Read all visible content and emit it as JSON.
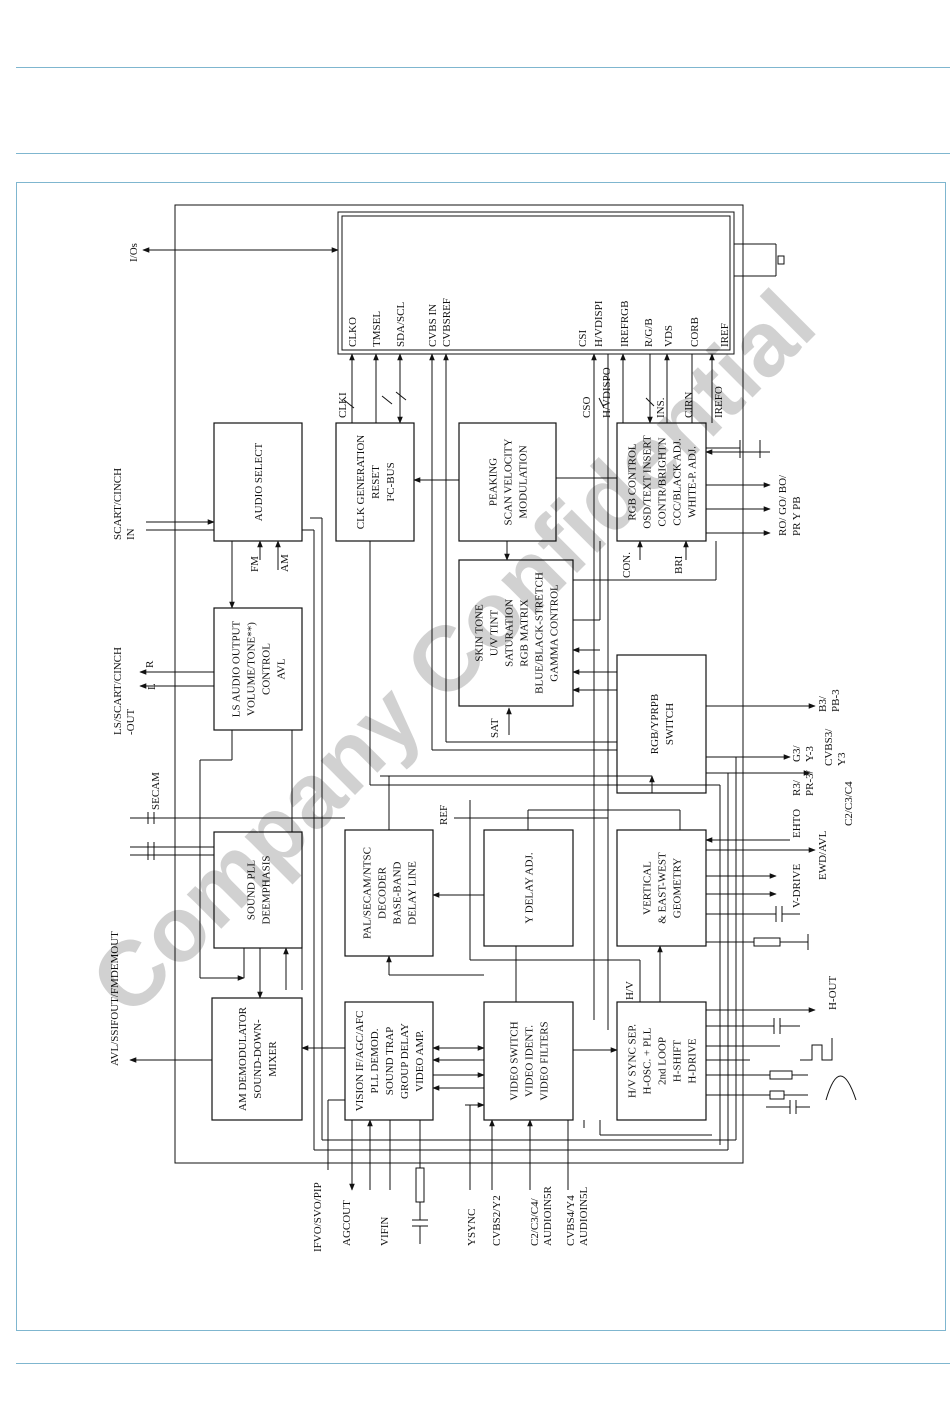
{
  "watermark": "Company Confidential",
  "colors": {
    "rule": "#7fb6cf",
    "ink": "#111111",
    "watermark": "#b9b9b9"
  },
  "blocks": {
    "audio_select": [
      "AUDIO SELECT"
    ],
    "clk": [
      "CLK GENERATION",
      "RESET",
      "I²C-BUS"
    ],
    "peaking": [
      "PEAKING",
      "SCAN VELOCITY",
      "MODULATION"
    ],
    "rgb_control": [
      "RGB CONTROL",
      "OSD/TEXT INSERT",
      "CONTR/BRIGHTN",
      "CCC/BLACK ADJ.",
      "WHITE-P. ADJ."
    ],
    "skin": [
      "SKIN TONE",
      "U/V TINT",
      "SATURATION",
      "RGB MATRIX",
      "BLUE/BLACK-STRETCH",
      "GAMMA CONTROL"
    ],
    "ls_audio": [
      "LS AUDIO OUTPUT",
      "VOLUME/TONE**)",
      "CONTROL",
      "AVL"
    ],
    "rgb_switch": [
      "RGB/YPRPB",
      "SWITCH"
    ],
    "sound_pll": [
      "SOUND PLL",
      "DEEMPHASIS"
    ],
    "decoder": [
      "PAL/SECAM/NTSC",
      "DECODER",
      "BASE-BAND",
      "DELAY LINE"
    ],
    "y_delay": [
      "Y DELAY ADJ."
    ],
    "vertical": [
      "VERTICAL",
      "& EAST-WEST",
      "GEOMETRY"
    ],
    "am_demod": [
      "AM DEMODULATOR",
      "SOUND-DOWN-",
      "MIXER"
    ],
    "vision_if": [
      "VISION IF/AGC/AFC",
      "PLL DEMOD.",
      "SOUND TRAP",
      "GROUP DELAY",
      "VIDEO AMP."
    ],
    "video_switch": [
      "VIDEO SWITCH",
      "VIDEO IDENT.",
      "VIDEO FILTERS"
    ],
    "hsync": [
      "H/V SYNC SEP.",
      "H-OSC. + PLL",
      "2nd LOOP",
      "H-SHIFT",
      "H-DRIVE"
    ]
  },
  "io_pins": [
    "CLKO",
    "TMSEL",
    "SDA/SCL",
    "CVBS IN",
    "CVBSREF",
    "CSI",
    "H/VDISPI",
    "IREFRGB",
    "R/G/B",
    "VDS",
    "CORB",
    "IREF"
  ],
  "signals": {
    "ios": "I/Os",
    "clki": "CLKI",
    "cso": "CSO",
    "hvdispo": "H/VDISPO",
    "ins": "INS.",
    "cirn": "CIRN",
    "irefo": "IREFO",
    "con": "CON.",
    "bri": "BRI",
    "fm": "FM",
    "am": "AM",
    "sat": "SAT",
    "ref": "REF",
    "hv": "H/V",
    "scart_in": [
      "SCART/CINCH",
      "IN"
    ],
    "ls_out": [
      "LS/SCART/CINCH",
      "-OUT"
    ],
    "l": "L",
    "r": "R",
    "secam": "SECAM",
    "avl_out": "AVL/SSIFOUT/FMDEMOUT",
    "rgb_out": [
      "RO/ GO/ BO/",
      "PR   Y   PB"
    ],
    "b3": [
      "B3/",
      "PB-3"
    ],
    "g3": [
      "G3/",
      "Y-3"
    ],
    "r3": [
      "R3/",
      "PR-3/"
    ],
    "cvbs3": [
      "CVBS3/",
      "Y3"
    ],
    "c2c3": "C2/C3/C4",
    "ehto": "EHTO",
    "ewd": "EWD/AVL",
    "vdrive": "V-DRIVE",
    "hout": "H-OUT",
    "ifvo": "IFVO/SVO/PIP",
    "agcout": "AGCOUT",
    "vifin": "VIFIN",
    "ysync": "YSYNC",
    "cvbs2": "CVBS2/Y2",
    "c2c3c4": [
      "C2/C3/C4/",
      "AUDIOIN5R"
    ],
    "cvbs4": [
      "CVBS4/Y4",
      "AUDIOIN5L"
    ]
  }
}
